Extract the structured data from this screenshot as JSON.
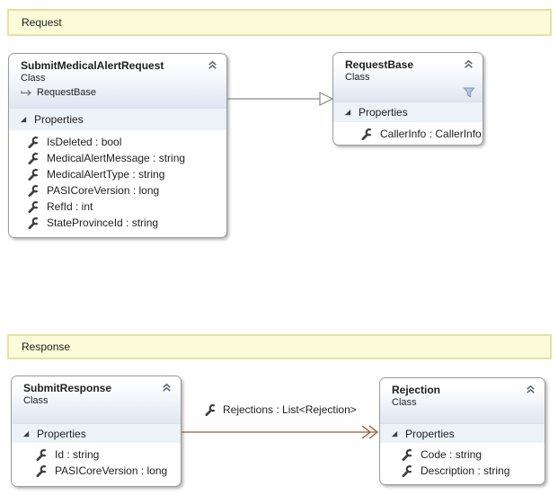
{
  "banners": {
    "request": "Request",
    "response": "Response"
  },
  "classes": {
    "submit_medical_alert_request": {
      "title": "SubmitMedicalAlertRequest",
      "stereotype": "Class",
      "base_type": "RequestBase",
      "compartment": "Properties",
      "properties": [
        "IsDeleted : bool",
        "MedicalAlertMessage : string",
        "MedicalAlertType : string",
        "PASICoreVersion : long",
        "RefId : int",
        "StateProvinceId : string"
      ]
    },
    "request_base": {
      "title": "RequestBase",
      "stereotype": "Class",
      "compartment": "Properties",
      "properties": [
        "CallerInfo : CallerInfo"
      ]
    },
    "submit_response": {
      "title": "SubmitResponse",
      "stereotype": "Class",
      "compartment": "Properties",
      "properties": [
        "Id : string",
        "PASICoreVersion : long"
      ]
    },
    "rejection": {
      "title": "Rejection",
      "stereotype": "Class",
      "compartment": "Properties",
      "properties": [
        "Code : string",
        "Description : string"
      ]
    }
  },
  "connectors": {
    "inheritance": {
      "type": "inheritance"
    },
    "association": {
      "type": "association",
      "label": "Rejections : List<Rejection>"
    }
  },
  "icons": {
    "collapse": "chevron-double-up",
    "property": "wrench",
    "filter": "funnel",
    "expander": "triangle-expanded",
    "base_type": "arrow-right-from-bar"
  },
  "colors": {
    "banner-fill": "#fbfbd9",
    "banner-border": "#e3e3a0",
    "box-border": "#9b9b9b",
    "header-end": "#e0e6f1",
    "band": "#edf1f8",
    "assoc": "#9a5b33",
    "inherit": "#8a8a8a",
    "icon": "#3f3f3f",
    "chevron": "#5c646e",
    "text": "#1e1e1e"
  }
}
